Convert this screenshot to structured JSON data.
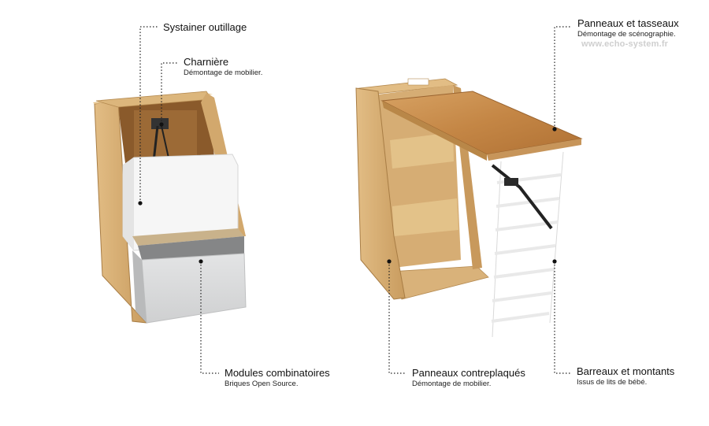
{
  "watermark": "www.echo-system.fr",
  "annotations": [
    {
      "id": "systainer",
      "title": "Systainer outillage",
      "subtitle": ""
    },
    {
      "id": "charniere",
      "title": "Charnière",
      "subtitle": "Démontage de mobilier."
    },
    {
      "id": "modules",
      "title": "Modules combinatoires",
      "subtitle": "Briques Open Source."
    },
    {
      "id": "panneaux-tasseaux",
      "title": "Panneaux et tasseaux",
      "subtitle": "Démontage de scénographie."
    },
    {
      "id": "panneaux-contreplaques",
      "title": "Panneaux contreplaqués",
      "subtitle": "Démontage de mobilier."
    },
    {
      "id": "barreaux",
      "title": "Barreaux et montants",
      "subtitle": "Issus de lits de bébé."
    }
  ],
  "colors": {
    "wood": "#d9b27a",
    "wood_dark": "#b98a4c",
    "top_wood": "#c98e52",
    "box_white": "#f7f7f7",
    "box_grey": "#d4d5d6",
    "band": "#8a8a8a",
    "leader": "#222222"
  }
}
